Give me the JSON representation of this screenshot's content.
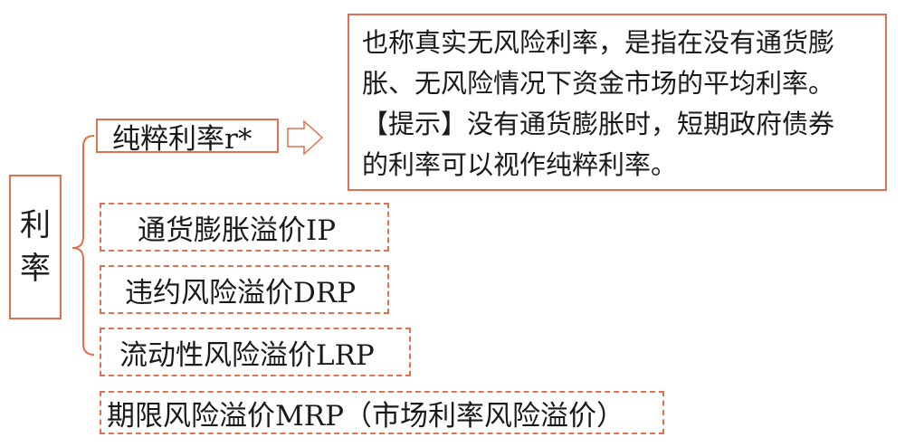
{
  "diagram": {
    "root": {
      "line1": "利",
      "line2": "率"
    },
    "branches": {
      "pure_rate": "纯粹利率r*",
      "inflation_premium": "通货膨胀溢价IP",
      "default_premium": "违约风险溢价DRP",
      "liquidity_premium": "流动性风险溢价LRP",
      "maturity_premium": "期限风险溢价MRP（市场利率风险溢价）"
    },
    "note": {
      "line1": "也称真实无风险利率，是指在没有通货膨",
      "line2": "胀、无风险情况下资金市场的平均利率。",
      "line3": "【提示】没有通货膨胀时，短期政府债券",
      "line4": "的利率可以视作纯粹利率。"
    },
    "colors": {
      "accent": "#e07050",
      "text": "#1a1a1a",
      "background": "#ffffff"
    }
  }
}
